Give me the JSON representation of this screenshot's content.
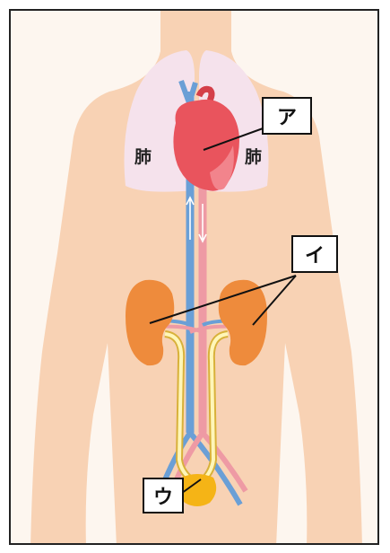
{
  "organs": {
    "lung_left_label": "肺",
    "lung_right_label": "肺"
  },
  "labels": {
    "a": "ア",
    "i": "イ",
    "u": "ウ"
  },
  "colors": {
    "body": "#f8d2b4",
    "lungs": "#f5e2ec",
    "heart": "#e9545d",
    "vein": "#6a9fd6",
    "artery": "#ee9aa4",
    "kidney": "#ee8b3c",
    "ureter": "#fff2a0",
    "bladder": "#f5b416"
  }
}
